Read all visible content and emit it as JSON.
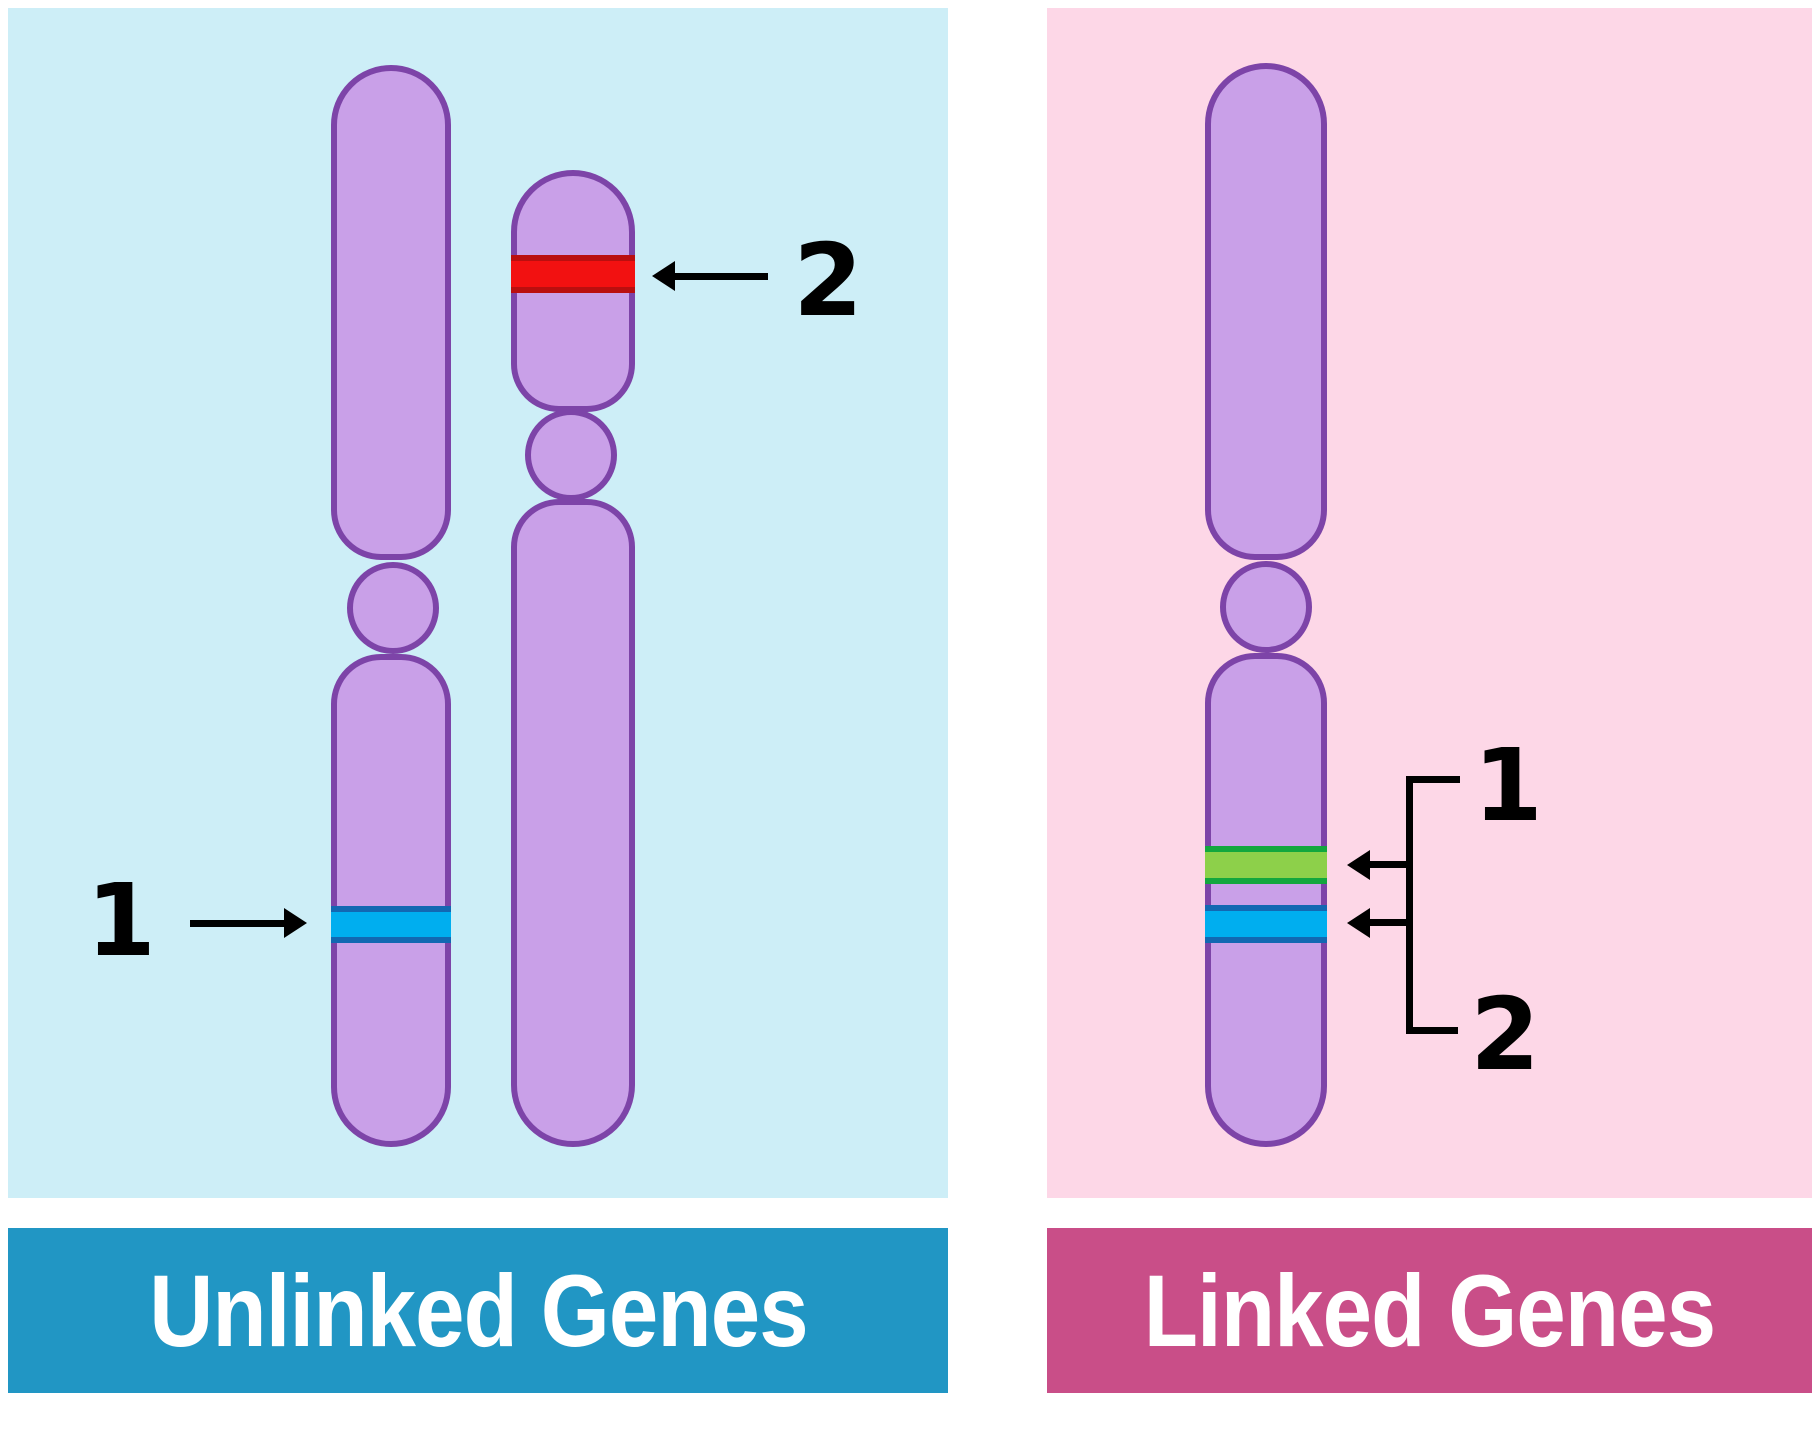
{
  "colors": {
    "page-bg": "#ffffff",
    "panel-unlinked-bg": "#cdeef7",
    "panel-linked-bg": "#fdd7e7",
    "banner-unlinked-bg": "#2196c4",
    "banner-linked-bg": "#c94e88",
    "banner-text": "#ffffff",
    "chromosome-fill": "#c9a0e8",
    "chromosome-outline": "#7d44a8",
    "band-blue-fill": "#00aeef",
    "band-blue-border": "#1268b2",
    "band-red-fill": "#f21111",
    "band-red-border": "#ba0f0f",
    "band-green-fill": "#8dd04a",
    "band-green-border": "#12a73e",
    "annotation": "#000000"
  },
  "panels": {
    "unlinked": {
      "banner_label": "Unlinked Genes",
      "gene1_label": "1",
      "gene2_label": "2"
    },
    "linked": {
      "banner_label": "Linked Genes",
      "gene1_label": "1",
      "gene2_label": "2"
    }
  }
}
